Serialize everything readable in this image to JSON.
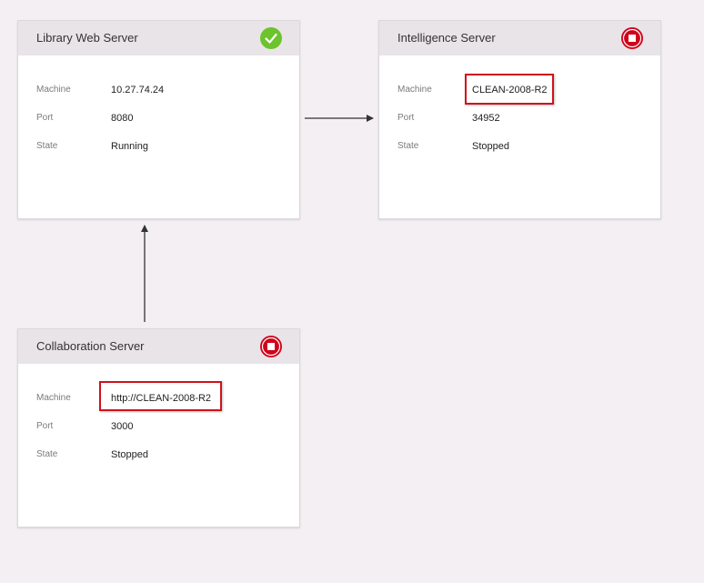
{
  "servers": {
    "library": {
      "title": "Library Web Server",
      "status_icon": "check-icon",
      "status_color": "#6cc32c",
      "machine_label": "Machine",
      "machine": "10.27.74.24",
      "port_label": "Port",
      "port": "8080",
      "state_label": "State",
      "state": "Running"
    },
    "intelligence": {
      "title": "Intelligence Server",
      "status_icon": "stop-icon",
      "status_color": "#d0021b",
      "machine_label": "Machine",
      "machine": "CLEAN-2008-R2",
      "port_label": "Port",
      "port": "34952",
      "state_label": "State",
      "state": "Stopped"
    },
    "collaboration": {
      "title": "Collaboration Server",
      "status_icon": "stop-icon",
      "status_color": "#d0021b",
      "machine_label": "Machine",
      "machine": "http://CLEAN-2008-R2",
      "port_label": "Port",
      "port": "3000",
      "state_label": "State",
      "state": "Stopped"
    }
  },
  "colors": {
    "background": "#f3eff3",
    "card_header": "#e8e4e8",
    "highlight_border": "#d0121b",
    "connector": "#333333"
  }
}
